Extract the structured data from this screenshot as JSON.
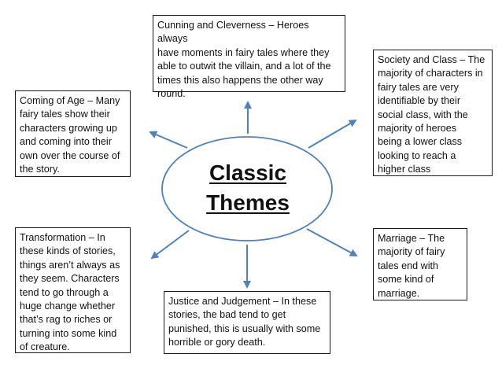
{
  "center": {
    "line1": "Classic",
    "line2": "Themes"
  },
  "themes": {
    "cunning": "Cunning and Cleverness – Heroes always\nhave moments in fairy tales where they\nable to outwit the villain, and a lot of the\ntimes this also happens the other way\nround.",
    "society": "Society and Class – The\nmajority of characters in\nfairy tales are very\nidentifiable by their\nsocial class, with the\nmajority of heroes\nbeing a lower class\nlooking to reach a\nhigher class",
    "coming_of_age": "Coming of Age – Many\nfairy tales show their\ncharacters growing up\nand coming into their\nown over the course of\nthe story.",
    "transformation": "Transformation – In\nthese kinds of stories,\nthings aren’t always as\nthey seem. Characters\ntend to go through a\nhuge change whether\nthat’s rag to riches or\nturning into some kind\nof creature.",
    "marriage": "Marriage – The\nmajority of fairy\ntales end with\nsome kind of\nmarriage.",
    "justice": "Justice and Judgement – In these\nstories, the bad tend to get\npunished, this is usually with some\nhorrible or gory death."
  },
  "colors": {
    "ellipse_stroke": "#4f81bd",
    "arrow": "#4f81bd",
    "box_border": "#1a1a1a",
    "text": "#111111"
  }
}
